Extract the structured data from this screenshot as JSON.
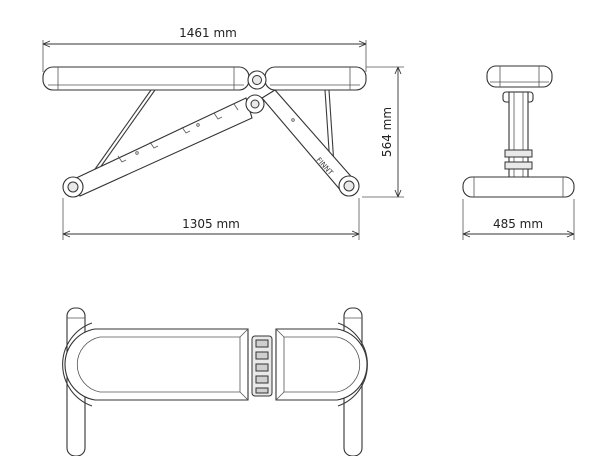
{
  "dimensions": {
    "overall_length": "1461 mm",
    "base_length": "1305 mm",
    "height": "564 mm",
    "width": "485 mm"
  },
  "branding": {
    "frame_text": "FINNT"
  },
  "colors": {
    "line": "#333333",
    "background": "#ffffff",
    "shade": "#e9e9e9"
  }
}
